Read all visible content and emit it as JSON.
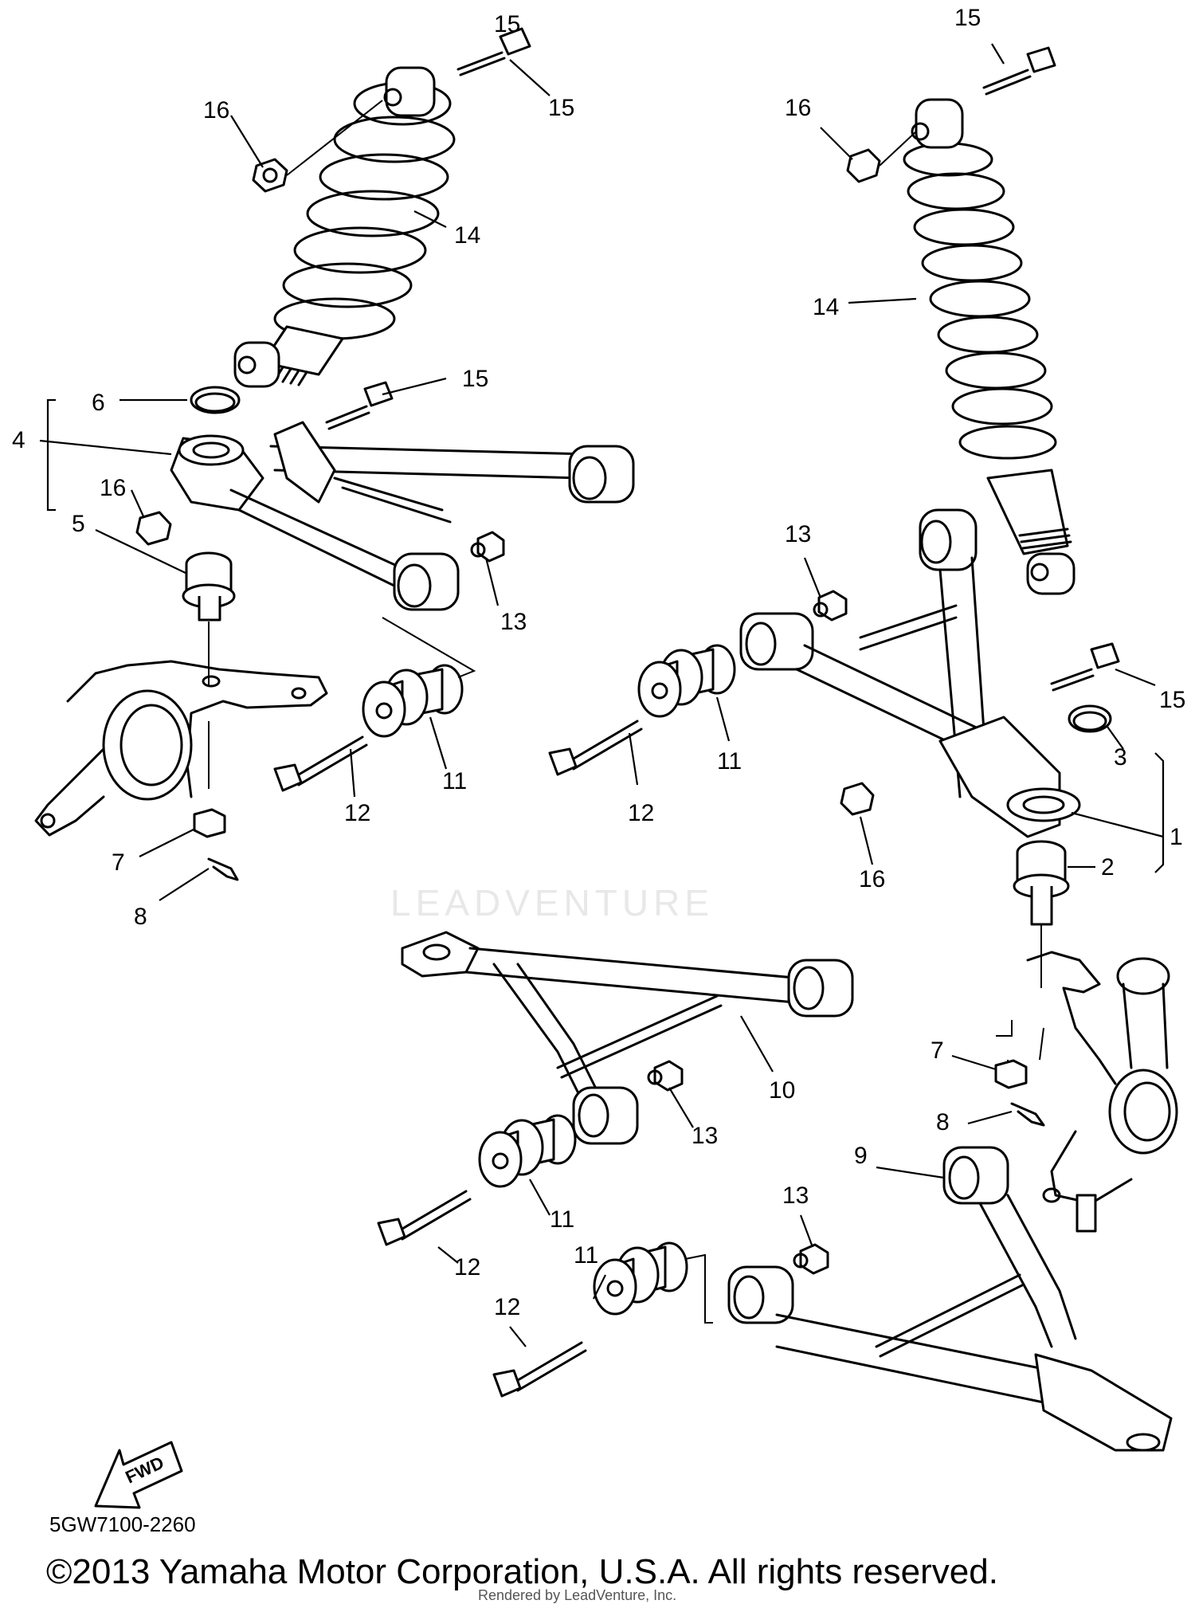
{
  "diagram": {
    "callouts": {
      "c1": "1",
      "c2": "2",
      "c3": "3",
      "c4": "4",
      "c5": "5",
      "c6": "6",
      "c7": "7",
      "c8": "8",
      "c9": "9",
      "c10": "10",
      "c11": "11",
      "c12": "12",
      "c13": "13",
      "c14": "14",
      "c15": "15",
      "c16": "16"
    },
    "fwd_label": "FWD",
    "part_code": "5GW7100-2260",
    "watermark": "LEADVENTURE",
    "copyright": "©2013 Yamaha Motor Corporation, U.S.A. All rights reserved.",
    "render_note": "Rendered by LeadVenture, Inc."
  }
}
